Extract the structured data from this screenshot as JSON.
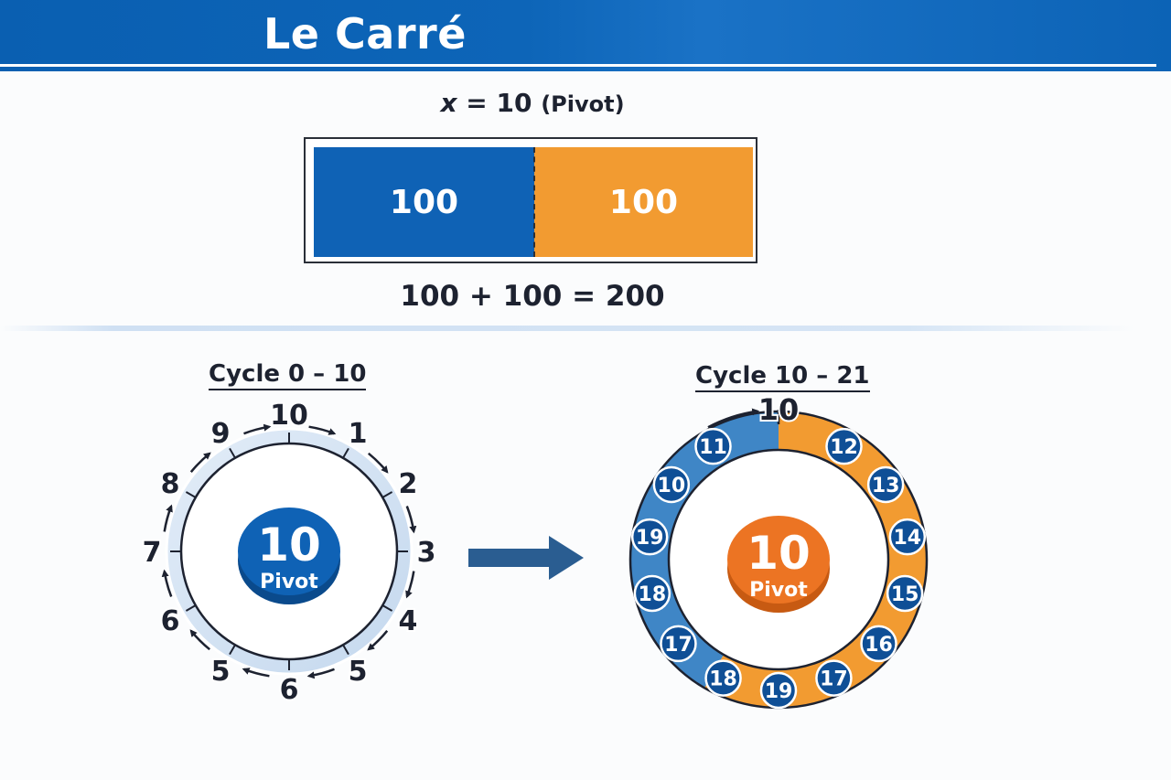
{
  "title": "Le Carré",
  "pivot_equation": {
    "x": "x",
    "rest": "= 10",
    "note": "(Pivot)"
  },
  "bar": {
    "left_value": "100",
    "right_value": "100"
  },
  "sum_equation": "100 + 100 = 200",
  "colors": {
    "brand_blue": "#0f62b5",
    "accent_orange": "#f29b31",
    "header": "#0a5fb1"
  },
  "left_cycle": {
    "title": "Cycle 0 – 10",
    "hub_value": "10",
    "hub_label": "Pivot",
    "labels": [
      "10",
      "1",
      "2",
      "3",
      "4",
      "5",
      "6",
      "5",
      "6",
      "7",
      "8",
      "9"
    ]
  },
  "arrow_icon": "right-arrow-icon",
  "right_cycle": {
    "title": "Cycle 10 – 21",
    "top_label": "10",
    "hub_value": "10",
    "hub_label": "Pivot",
    "badges": [
      "12",
      "13",
      "14",
      "15",
      "16",
      "17",
      "19",
      "18",
      "17",
      "18",
      "19",
      "10",
      "11"
    ]
  }
}
